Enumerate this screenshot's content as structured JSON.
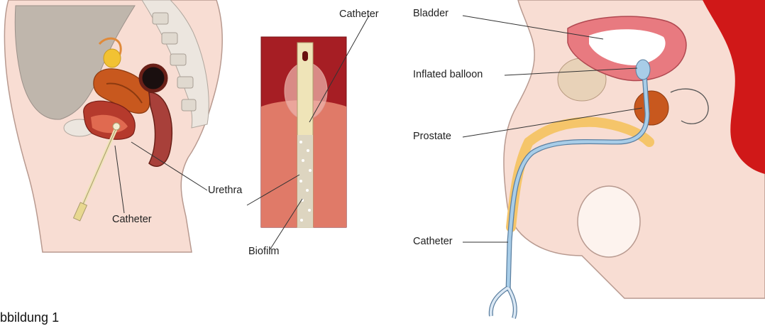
{
  "figure_caption": "bbildung 1",
  "female_panel": {
    "labels": {
      "catheter": "Catheter",
      "urethra": "Urethra"
    }
  },
  "inset_panel": {
    "labels": {
      "catheter": "Catheter",
      "biofilm": "Biofilm"
    }
  },
  "male_panel": {
    "labels": {
      "bladder": "Bladder",
      "inflated_balloon": "Inflated balloon",
      "prostate": "Prostate",
      "catheter": "Catheter"
    }
  },
  "colors": {
    "skin": "#f8ddd3",
    "skin_outline": "#b89a90",
    "bladder_wall": "#e87a80",
    "organ_orange": "#c8581e",
    "inset_bg": "#a61e24",
    "inset_tissue": "#e07a68",
    "catheter_blue": "#a8cde8",
    "catheter_cream": "#efe4b8",
    "urethra_yellow": "#f5c56a",
    "right_red": "#d01818"
  }
}
